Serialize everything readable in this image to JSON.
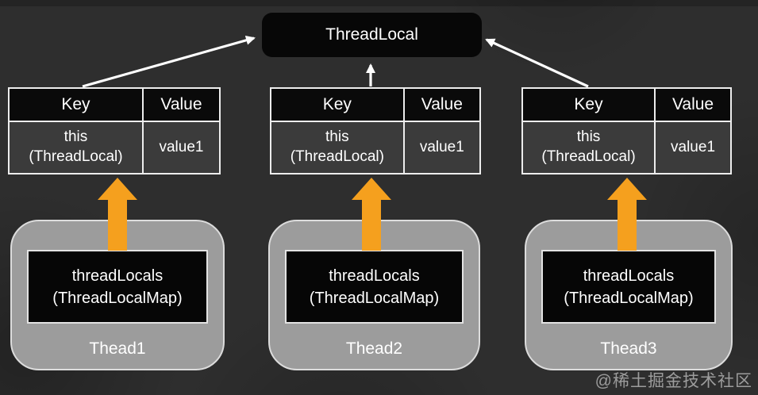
{
  "colors": {
    "background": "#2e2e2e",
    "node_black": "#070707",
    "table_header_bg": "#0a0a0a",
    "table_body_bg": "#3b3b3b",
    "table_border": "#ededed",
    "thread_card_bg": "#9c9c9c",
    "orange_arrow": "#f5a01e",
    "white_arrow": "#ffffff",
    "watermark_gray": "#acacac"
  },
  "root_node": {
    "label": "ThreadLocal"
  },
  "tables": [
    {
      "headers": [
        "Key",
        "Value"
      ],
      "row": {
        "key": "this\n(ThreadLocal)",
        "value": "value1"
      }
    },
    {
      "headers": [
        "Key",
        "Value"
      ],
      "row": {
        "key": "this\n(ThreadLocal)",
        "value": "value1"
      }
    },
    {
      "headers": [
        "Key",
        "Value"
      ],
      "row": {
        "key": "this\n(ThreadLocal)",
        "value": "value1"
      }
    }
  ],
  "threads": [
    {
      "map_label": "threadLocals\n(ThreadLocalMap)",
      "name": "Thead1"
    },
    {
      "map_label": "threadLocals\n(ThreadLocalMap)",
      "name": "Thead2"
    },
    {
      "map_label": "threadLocals\n(ThreadLocalMap)",
      "name": "Thead3"
    }
  ],
  "watermark": "@稀土掘金技术社区"
}
